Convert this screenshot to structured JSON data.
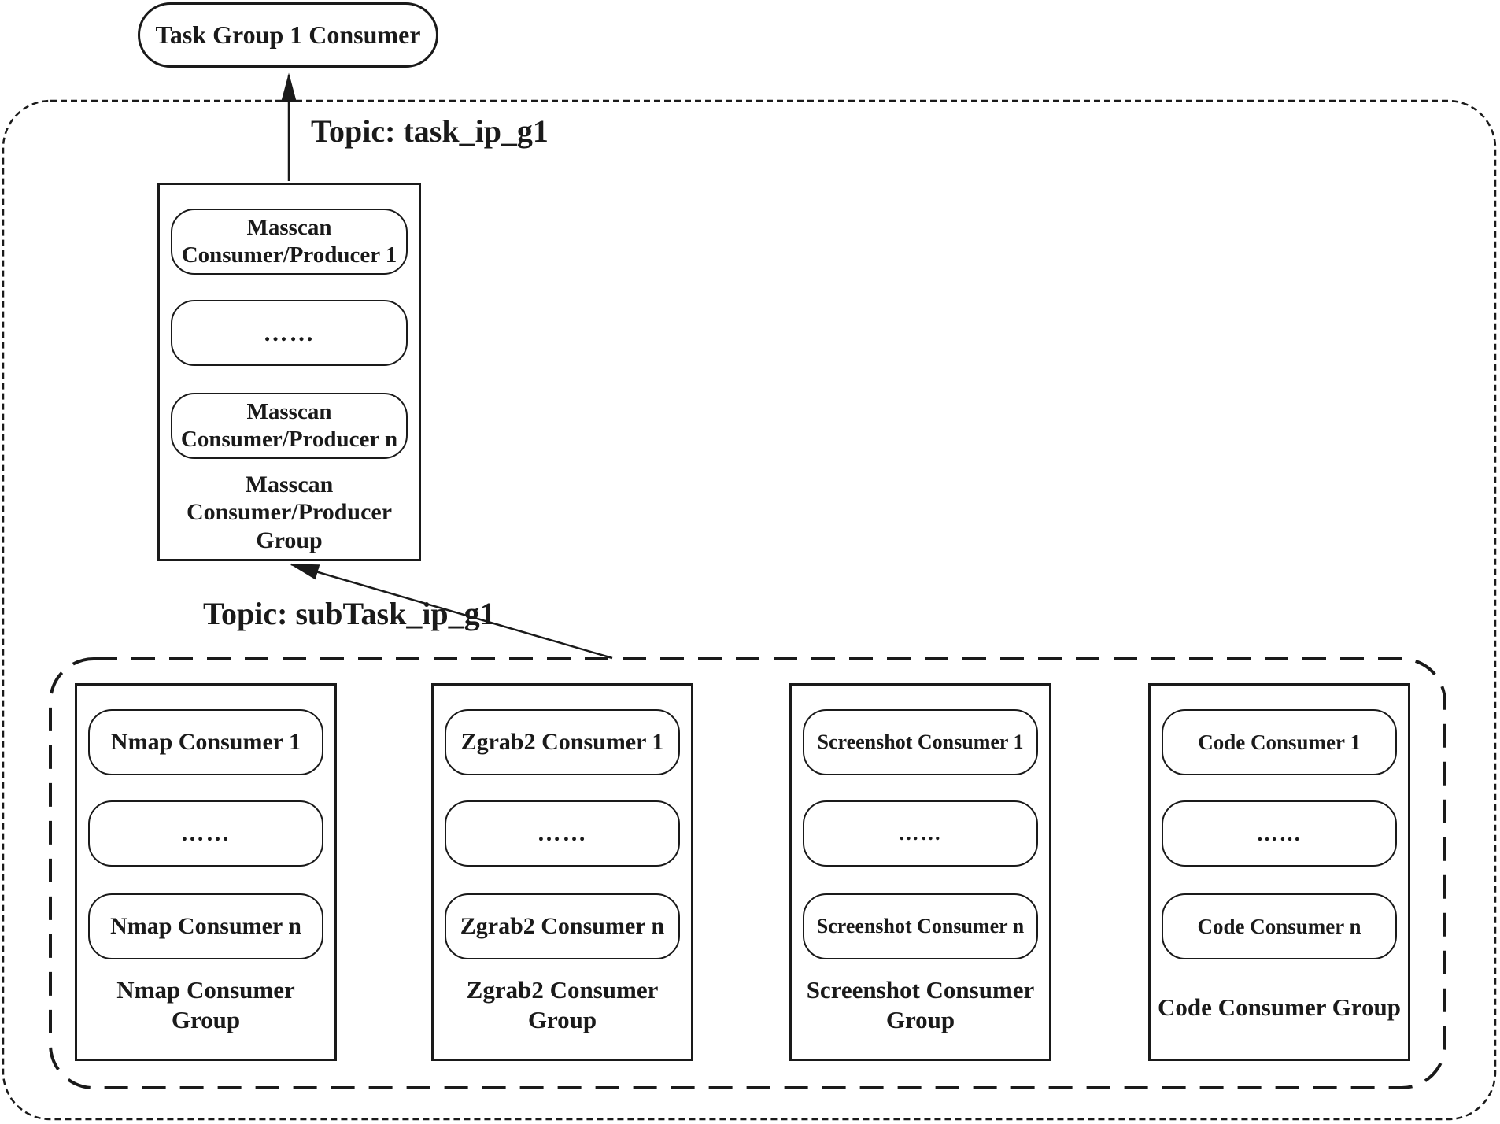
{
  "colors": {
    "ink": "#1a1a1a",
    "background": "#ffffff"
  },
  "task_consumer": {
    "label": "Task Group 1 Consumer"
  },
  "topics": {
    "top": "Topic: task_ip_g1",
    "sub": "Topic: subTask_ip_g1"
  },
  "masscan_group": {
    "item_1": "Masscan\nConsumer/Producer 1",
    "item_ellipsis": "……",
    "item_n": "Masscan\nConsumer/Producer n",
    "label": "Masscan\nConsumer/Producer\nGroup"
  },
  "consumer_groups": [
    {
      "item_1": "Nmap Consumer 1",
      "item_ellipsis": "……",
      "item_n": "Nmap Consumer n",
      "label": "Nmap Consumer\nGroup"
    },
    {
      "item_1": "Zgrab2 Consumer 1",
      "item_ellipsis": "……",
      "item_n": "Zgrab2 Consumer n",
      "label": "Zgrab2 Consumer\nGroup"
    },
    {
      "item_1": "Screenshot Consumer 1",
      "item_ellipsis": "……",
      "item_n": "Screenshot Consumer n",
      "label": "Screenshot Consumer\nGroup"
    },
    {
      "item_1": "Code Consumer 1",
      "item_ellipsis": "……",
      "item_n": "Code Consumer n",
      "label": "Code Consumer Group"
    }
  ]
}
